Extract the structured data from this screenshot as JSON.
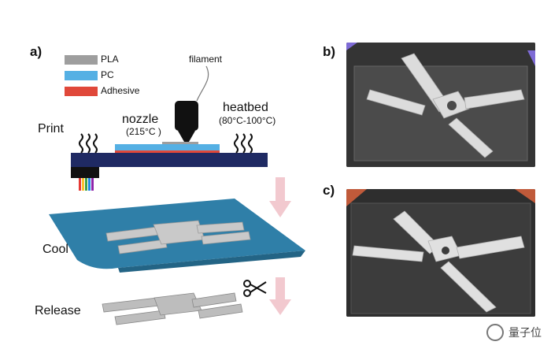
{
  "panels": {
    "a": "a)",
    "b": "b)",
    "c": "c)"
  },
  "legend": [
    {
      "label": "PLA",
      "color": "#9e9e9e"
    },
    {
      "label": "PC",
      "color": "#55b0e4"
    },
    {
      "label": "Adhesive",
      "color": "#e0483a"
    }
  ],
  "labels": {
    "filament": "filament",
    "nozzle": "nozzle",
    "nozzle_temp": "(215°C )",
    "heatbed": "heatbed",
    "heatbed_temp": "(80°C-100°C)",
    "print": "Print",
    "cool": "Cool",
    "release": "Release"
  },
  "watermark": "量子位",
  "colors": {
    "bed": "#1f2a63",
    "sheet": "#2f7fa8",
    "arrow": "#f2c9cf",
    "print_bg": "#2a2a2a"
  }
}
